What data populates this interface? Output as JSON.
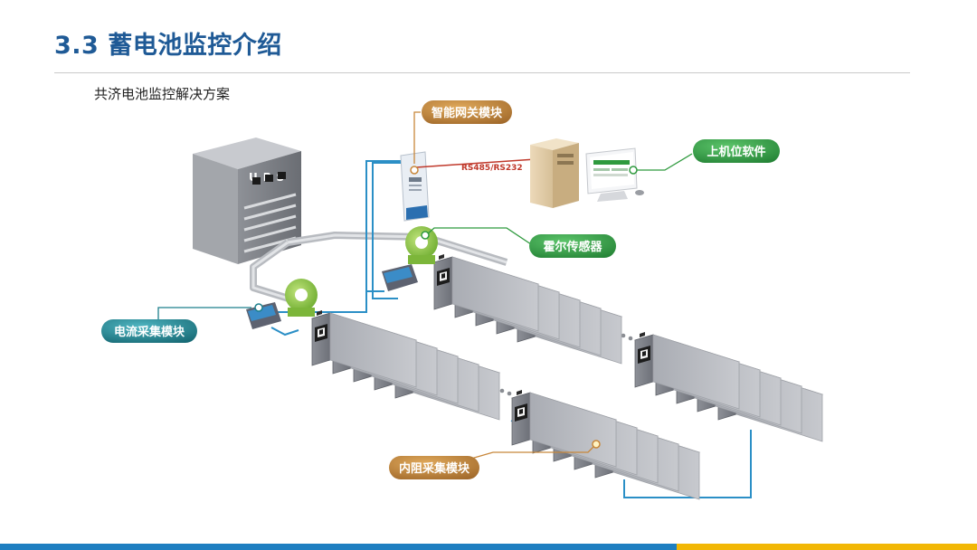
{
  "header": {
    "title": "3.3  蓄电池监控介绍",
    "subtitle": "共济电池监控解决方案"
  },
  "labels": {
    "gateway": "智能网关模块",
    "host_software": "上机位软件",
    "hall_sensor": "霍尔传感器",
    "current_module": "电流采集模块",
    "resistance_module": "内阻采集模块"
  },
  "devices": {
    "ups": "UPS",
    "link": "RS485/RS232"
  },
  "colors": {
    "title": "#1f5a96",
    "gateway_tag": "#c8873a",
    "green_tag": "#2f9a3e",
    "teal_tag": "#1c7f8c",
    "brown_tag": "#c8873a",
    "footer_blue": "#1e7fc1",
    "footer_yellow": "#f2b705"
  }
}
